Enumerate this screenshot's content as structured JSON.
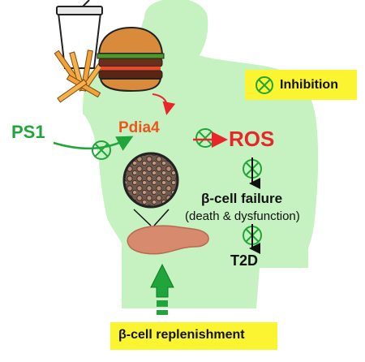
{
  "labels": {
    "ps1": "PS1",
    "pdia4": "Pdia4",
    "ros": "ROS",
    "beta_cell_failure": "β-cell failure",
    "failure_detail": "(death & dysfunction)",
    "t2d": "T2D",
    "legend_inhibition": "Inhibition",
    "replenishment": "β-cell replenishment"
  },
  "colors": {
    "body": "#c6f1c1",
    "ps1_green": "#1fa53a",
    "pdia4_orange": "#f0541e",
    "ros_red": "#e8262a",
    "highlight_yellow": "#fbf430",
    "pancreas": "#d88a6e"
  },
  "icons": [
    "inhibition-icon",
    "burger-icon",
    "fries-icon",
    "drink-cup-icon",
    "pancreas-icon",
    "islet-icon",
    "up-arrow-icon"
  ]
}
